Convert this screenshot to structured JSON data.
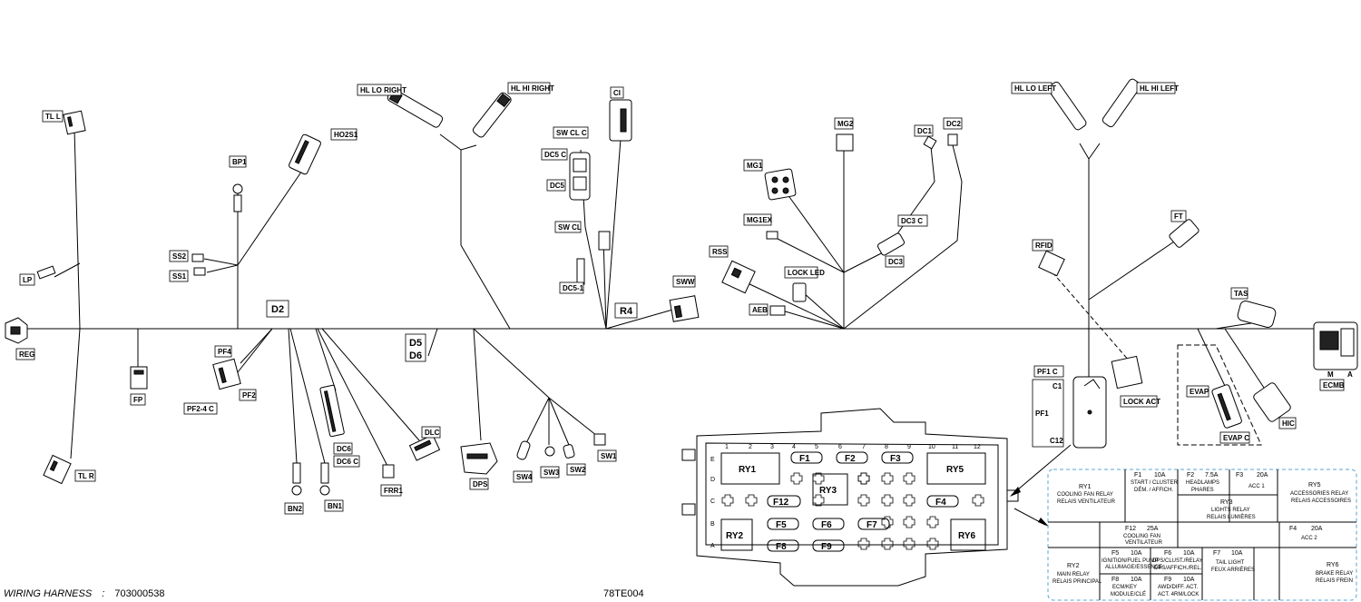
{
  "footer": {
    "harness_label": "WIRING HARNESS",
    "harness_sep": ":",
    "part_number": "703000538",
    "drawing_code": "78TE004"
  },
  "segments": [
    "D2",
    "D5",
    "D6",
    "R4"
  ],
  "connectors": {
    "tl_l": "TL  L",
    "tl_r": "TL  R",
    "lp": "LP",
    "reg": "REG",
    "fp": "FP",
    "bp1": "BP1",
    "ss2": "SS2",
    "ss1": "SS1",
    "ho2s1": "HO2S1",
    "pf4": "PF4",
    "pf2_4c": "PF2-4  C",
    "pf2": "PF2",
    "bn2": "BN2",
    "bn1": "BN1",
    "dc6": "DC6",
    "dc6c": "DC6  C",
    "frr1": "FRR1",
    "dlc": "DLC",
    "hl_lo_right": "HL  LO RIGHT",
    "hl_hi_right": "HL  HI RIGHT",
    "dps": "DPS",
    "sw4": "SW4",
    "sw3": "SW3",
    "sw2": "SW2",
    "sw1": "SW1",
    "ci": "CI",
    "sw_cl_c": "SW  CL  C",
    "dc5c": "DC5  C",
    "dc5": "DC5",
    "sw_cl": "SW  CL",
    "dc5_1": "DC5-1",
    "sww": "SWW",
    "mg2": "MG2",
    "mg1": "MG1",
    "dc1": "DC1",
    "dc2": "DC2",
    "mg1ex": "MG1EX",
    "dc3c": "DC3  C",
    "dc3": "DC3",
    "rss": "RSS",
    "lock_led": "LOCK LED",
    "aeb": "AEB",
    "hl_lo_left": "HL  LO LEFT",
    "hl_hi_left": "HL  HI LEFT",
    "ft": "FT",
    "rfid": "RFID",
    "pf1c": "PF1  C",
    "c1": "C1",
    "pf1": "PF1",
    "c12": "C12",
    "lock_act": "LOCK  ACT",
    "tas": "TAS",
    "evap": "EVAP",
    "evapc": "EVAP  C",
    "hic": "HIC",
    "m": "M",
    "a": "A",
    "ecmb": "ECMB"
  },
  "fusebox": {
    "cols": [
      "1",
      "2",
      "3",
      "4",
      "5",
      "6",
      "7",
      "8",
      "9",
      "10",
      "11",
      "12"
    ],
    "rows": [
      "E",
      "D",
      "C",
      "B",
      "A"
    ],
    "relays": {
      "ry1": "RY1",
      "ry2": "RY2",
      "ry3": "RY3",
      "ry5": "RY5",
      "ry6": "RY6"
    },
    "fuses": {
      "f1": "F1",
      "f2": "F2",
      "f3": "F3",
      "f4": "F4",
      "f5": "F5",
      "f6": "F6",
      "f7": "F7",
      "f8": "F8",
      "f9": "F9",
      "f12": "F12"
    }
  },
  "fuse_table": {
    "ry1": {
      "id": "RY1",
      "l1": "COOLING FAN RELAY",
      "l2": "RELAIS VENTILATEUR"
    },
    "f1": {
      "id": "F1",
      "amp": "10A",
      "l1": "START / CLUSTER",
      "l2": "DÉM. / AFFICH."
    },
    "f2": {
      "id": "F2",
      "amp": "7.5A",
      "l1": "HEADLAMPS",
      "l2": "PHARES"
    },
    "f3": {
      "id": "F3",
      "amp": "20A",
      "l1": "ACC 1"
    },
    "ry5": {
      "id": "RY5",
      "l1": "ACCESSORIES RELAY",
      "l2": "RELAIS ACCESSOIRES"
    },
    "ry3": {
      "id": "RY3",
      "l1": "LIGHTS RELAY",
      "l2": "RELAIS LUMIÈRES"
    },
    "f12": {
      "id": "F12",
      "amp": "25A",
      "l1": "COOLING FAN",
      "l2": "VENTILATEUR"
    },
    "f4": {
      "id": "F4",
      "amp": "20A",
      "l1": "ACC 2"
    },
    "ry2": {
      "id": "RY2",
      "l1": "MAIN RELAY",
      "l2": "RELAIS PRINCIPAL"
    },
    "f5": {
      "id": "F5",
      "amp": "10A",
      "l1": "IGNITION/FUEL PUMP",
      "l2": "ALLUMAGE/ESSENCE"
    },
    "f6": {
      "id": "F6",
      "amp": "10A",
      "l1": "DPS/CLUST./RELAY",
      "l2": "DPS/AFFICH./REL."
    },
    "f7": {
      "id": "F7",
      "amp": "10A",
      "l1": "TAIL LIGHT",
      "l2": "FEUX ARRIÈRES"
    },
    "ry6": {
      "id": "RY6",
      "l1": "BRAKE RELAY",
      "l2": "RELAIS FREIN"
    },
    "f8": {
      "id": "F8",
      "amp": "10A",
      "l1": "ECM/KEY",
      "l2": "MODULE/CLÉ"
    },
    "f9": {
      "id": "F9",
      "amp": "10A",
      "l1": "AWD/DIFF. ACT.",
      "l2": "ACT. 4RM/LOCK"
    }
  }
}
